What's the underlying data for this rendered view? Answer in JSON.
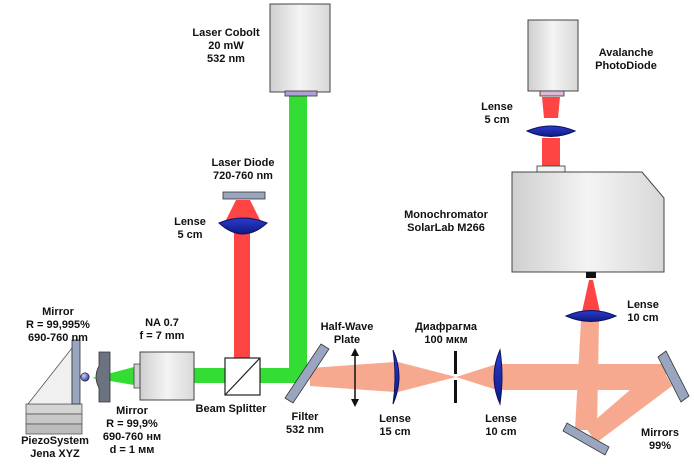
{
  "colors": {
    "green_beam": "#33dd33",
    "red_beam": "#ff4444",
    "salmon_beam": "#f7a98f",
    "lens_blue": "#1f2fb0",
    "box_fill": "#ececec",
    "mirror_fill": "#9aa6bf"
  },
  "labels": {
    "laser_cobolt": [
      "Laser Cobolt",
      "20 mW",
      "532 nm"
    ],
    "laser_diode": [
      "Laser Diode",
      "720-760 nm"
    ],
    "lense_left": [
      "Lense",
      "5 cm"
    ],
    "avalanche": [
      "Avalanche",
      "PhotoDiode"
    ],
    "lense_apd": [
      "Lense",
      "5 cm"
    ],
    "monochromator": [
      "Monochromator",
      "SolarLab M266"
    ],
    "lense_mono": [
      "Lense",
      "10 cm"
    ],
    "mirror_top": [
      "Mirror",
      "R = 99,995%",
      "690-760 nm"
    ],
    "na": [
      "NA 0.7",
      "f = 7 mm"
    ],
    "halfwave": [
      "Half-Wave",
      "Plate"
    ],
    "diafragma": [
      "Диафрагма",
      "100 мкм"
    ],
    "mirror_bottom": [
      "Mirror",
      "R = 99,9%",
      "690-760 нм",
      "d = 1 мм"
    ],
    "beam_splitter": [
      "Beam Splitter"
    ],
    "filter": [
      "Filter",
      "532 nm"
    ],
    "lense_15": [
      "Lense",
      "15 cm"
    ],
    "lense_10": [
      "Lense",
      "10 cm"
    ],
    "mirrors": [
      "Mirrors",
      "99%"
    ],
    "piezo": [
      "PiezoSystem",
      "Jena XYZ"
    ]
  }
}
